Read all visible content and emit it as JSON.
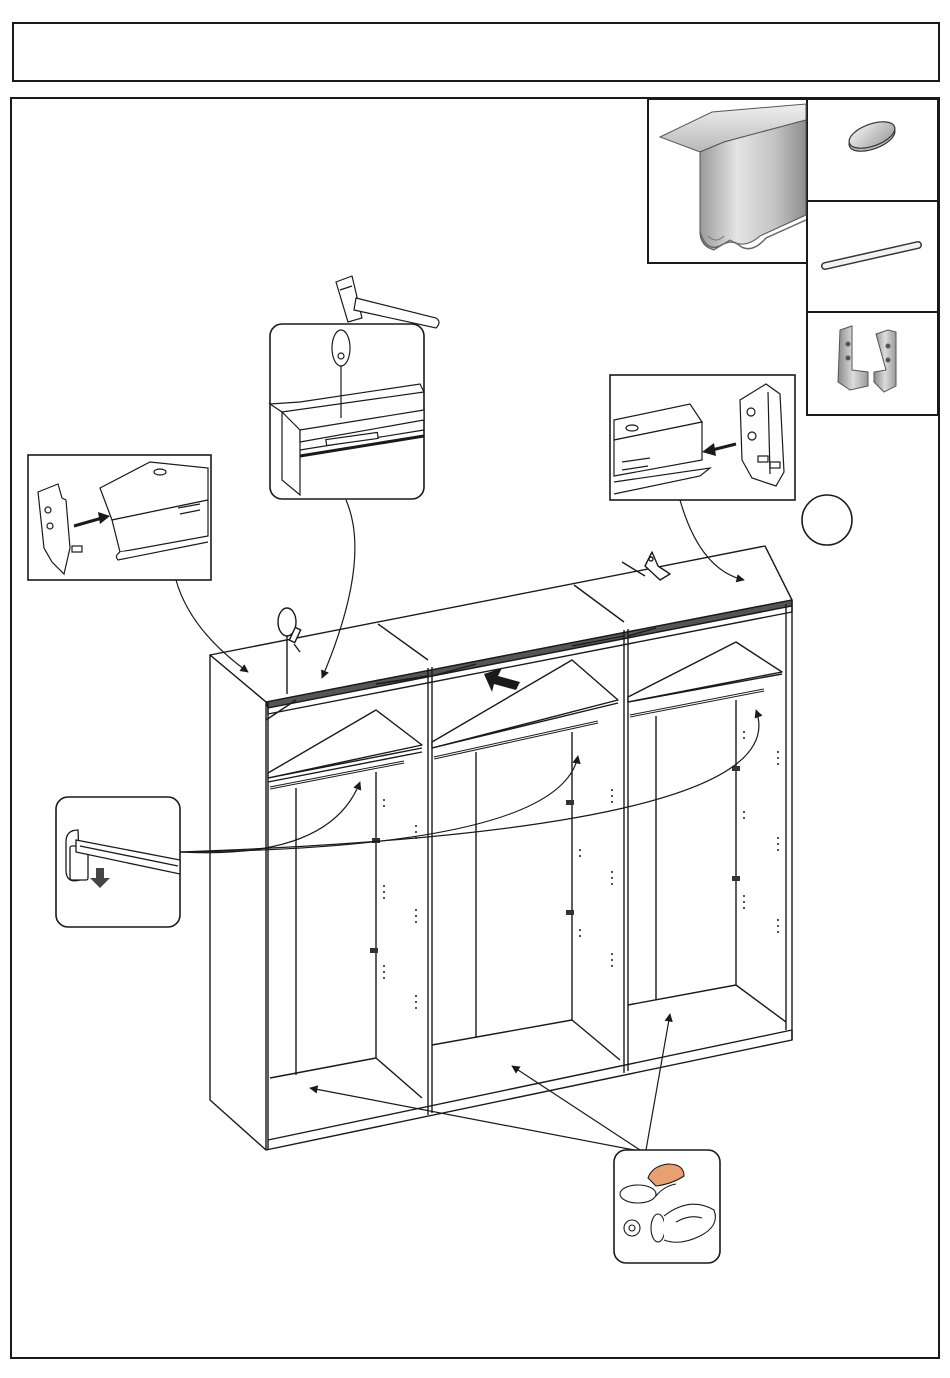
{
  "page": {
    "title": "",
    "step_number": ""
  },
  "parts": [
    {
      "name": "top-rail-profile",
      "icon": "rail-profile-icon"
    },
    {
      "name": "round-cover-cap",
      "icon": "cover-cap-icon"
    },
    {
      "name": "hanging-rod",
      "icon": "rod-icon"
    },
    {
      "name": "rail-end-brackets",
      "icon": "bracket-pair-icon"
    }
  ],
  "callouts": [
    {
      "name": "end-bracket-left",
      "icon": "bracket-insert-icon"
    },
    {
      "name": "hammer-and-awl",
      "icon": "hammer-icon"
    },
    {
      "name": "end-bracket-right",
      "icon": "bracket-insert-icon"
    },
    {
      "name": "rod-holder",
      "icon": "rod-holder-icon"
    },
    {
      "name": "cover-caps",
      "icon": "hand-press-icon"
    }
  ],
  "colors": {
    "line": "#1a1a1a",
    "panel": "#ffffff",
    "metal_light": "#e6e6e6",
    "metal_mid": "#bdbdbd",
    "metal_dark": "#8a8a8a",
    "arrow": "#1a1a1a",
    "skin": "#e8a070"
  }
}
